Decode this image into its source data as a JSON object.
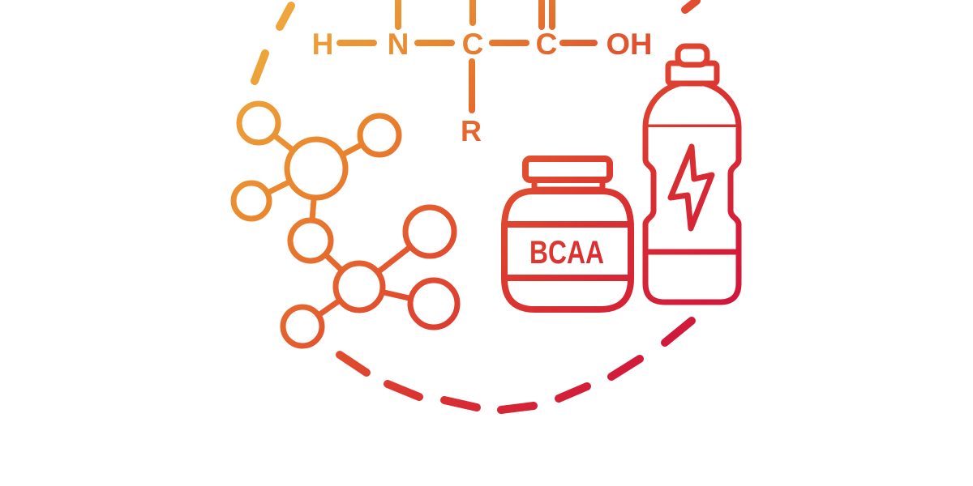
{
  "illustration": {
    "title": "amino-acids-and-bcaa-sport-supplements-concept-illustration",
    "background_color": "#ffffff",
    "gradient_stops": [
      "#f9c543",
      "#eda43b",
      "#e9832d",
      "#e2532f",
      "#da3331",
      "#d41f39",
      "#c90c40",
      "#b80147"
    ],
    "formula": {
      "hydrogen": "H",
      "nitrogen": "N",
      "carbon_alpha": "C",
      "carbon_carboxyl": "C",
      "hydroxyl": "OH",
      "side_chain": "R"
    },
    "jar": {
      "label": "BCAA"
    },
    "bottle": {
      "symbol": "lightning-bolt"
    }
  }
}
